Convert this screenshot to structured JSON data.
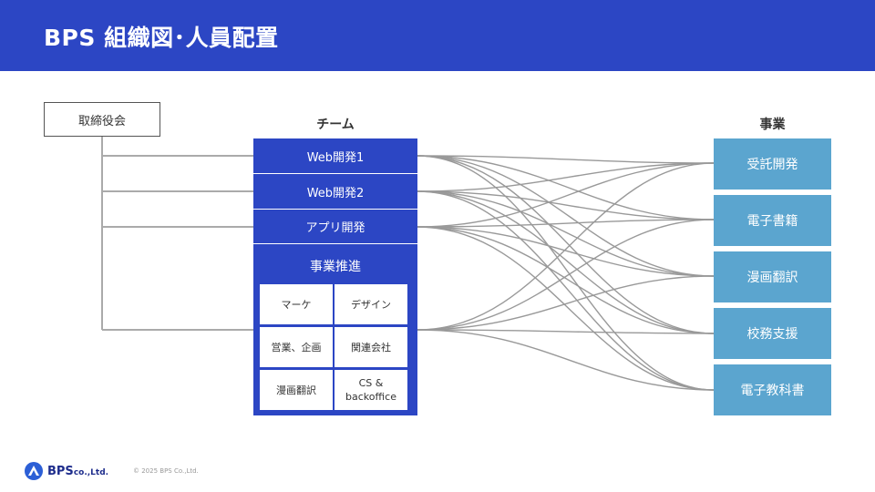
{
  "header": {
    "title": "BPS 組織図･人員配置"
  },
  "board": {
    "label": "取締役会"
  },
  "columns": {
    "team": "チーム",
    "business": "事業"
  },
  "teams": [
    {
      "label": "Web開発1"
    },
    {
      "label": "Web開発2"
    },
    {
      "label": "アプリ開発"
    }
  ],
  "promotion": {
    "label": "事業推進",
    "subteams": [
      {
        "label": "マーケ"
      },
      {
        "label": "デザイン"
      },
      {
        "label": "営業、企画"
      },
      {
        "label": "関連会社"
      },
      {
        "label": "漫画翻訳"
      },
      {
        "label": "CS &\nbackoffice"
      }
    ]
  },
  "businesses": [
    {
      "label": "受託開発"
    },
    {
      "label": "電子書籍"
    },
    {
      "label": "漫画翻訳"
    },
    {
      "label": "校務支援"
    },
    {
      "label": "電子教科書"
    }
  ],
  "footer": {
    "logo_text": "BPS",
    "logo_suffix": "co.,Ltd.",
    "copyright": "© 2025 BPS Co.,Ltd."
  },
  "colors": {
    "primary": "#2c46c4",
    "business": "#5ba5cf",
    "line": "#999999"
  }
}
